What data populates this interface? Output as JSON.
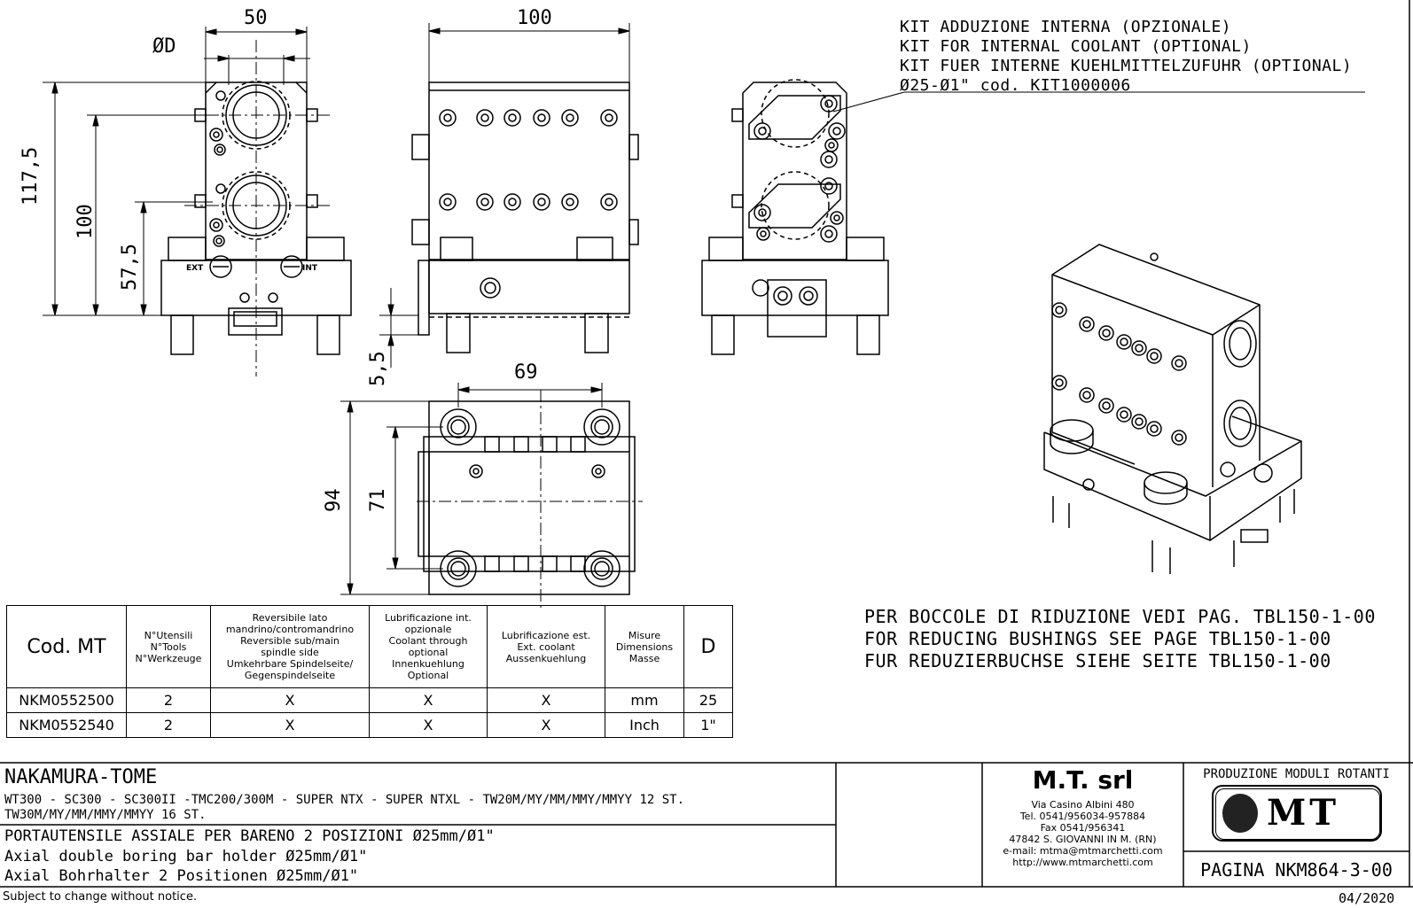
{
  "dimensions": {
    "d50": "50",
    "dD": "ØD",
    "d100top": "100",
    "d117": "117,5",
    "d100": "100",
    "d57": "57,5",
    "d55": "5,5",
    "d69": "69",
    "d94": "94",
    "d71": "71"
  },
  "labels": {
    "ext": "EXT",
    "int": "INT"
  },
  "kit": [
    "KIT ADDUZIONE INTERNA (OPZIONALE)",
    "KIT FOR INTERNAL COOLANT (OPTIONAL)",
    "KIT FUER INTERNE KUEHLMITTELZUFUHR (OPTIONAL)",
    "Ø25-Ø1\"   cod. KIT1000006"
  ],
  "bushings": [
    "PER BOCCOLE DI RIDUZIONE VEDI PAG. TBL150-1-00",
    "FOR REDUCING BUSHINGS SEE PAGE TBL150-1-00",
    "FUR REDUZIERBUCHSE SIEHE SEITE TBL150-1-00"
  ],
  "table": {
    "headers": {
      "code": "Cod. MT",
      "tools": [
        "N°Utensili",
        "N°Tools",
        "N°Werkzeuge"
      ],
      "reversible": [
        "Reversibile lato",
        "mandrino/contromandrino",
        "Reversible sub/main",
        "spindle side",
        "Umkehrbare Spindelseite/",
        "Gegenspindelseite"
      ],
      "coolant_int": [
        "Lubrificazione int.",
        "opzionale",
        "Coolant through",
        "optional",
        "Innenkuehlung",
        "Optional"
      ],
      "coolant_ext": [
        "Lubrificazione est.",
        "Ext. coolant",
        "Aussenkuehlung"
      ],
      "dimensions": [
        "Misure",
        "Dimensions",
        "Masse"
      ],
      "d": "D"
    },
    "rows": [
      {
        "code": "NKM0552500",
        "tools": "2",
        "reversible": "X",
        "coolant_int": "X",
        "coolant_ext": "X",
        "dimensions": "mm",
        "d": "25"
      },
      {
        "code": "NKM0552540",
        "tools": "2",
        "reversible": "X",
        "coolant_int": "X",
        "coolant_ext": "X",
        "dimensions": "Inch",
        "d": "1\""
      }
    ]
  },
  "title_block": {
    "machine": "NAKAMURA-TOME",
    "models1": "WT300 - SC300 - SC300II -TMC200/300M - SUPER NTX - SUPER NTXL - TW20M/MY/MM/MMY/MMYY 12 ST.",
    "models2": "TW30M/MY/MM/MMY/MMYY 16 ST.",
    "desc_it": "PORTAUTENSILE ASSIALE PER BARENO 2 POSIZIONI Ø25mm/Ø1\"",
    "desc_en": "Axial double boring bar holder Ø25mm/Ø1\"",
    "desc_de": "Axial Bohrhalter 2 Positionen Ø25mm/Ø1\"",
    "company": "M.T. srl",
    "address": [
      "Via Casino Albini 480",
      "Tel. 0541/956034-957884",
      "Fax 0541/956341",
      "47842 S. GIOVANNI IN M. (RN)",
      "e-mail: mtma@mtmarchetti.com",
      "http://www.mtmarchetti.com"
    ],
    "production": "PRODUZIONE MODULI ROTANTI",
    "logo": "MT",
    "page": "PAGINA NKM864-3-00"
  },
  "footer": {
    "notice": "Subject to change without notice.",
    "date": "04/2020"
  }
}
